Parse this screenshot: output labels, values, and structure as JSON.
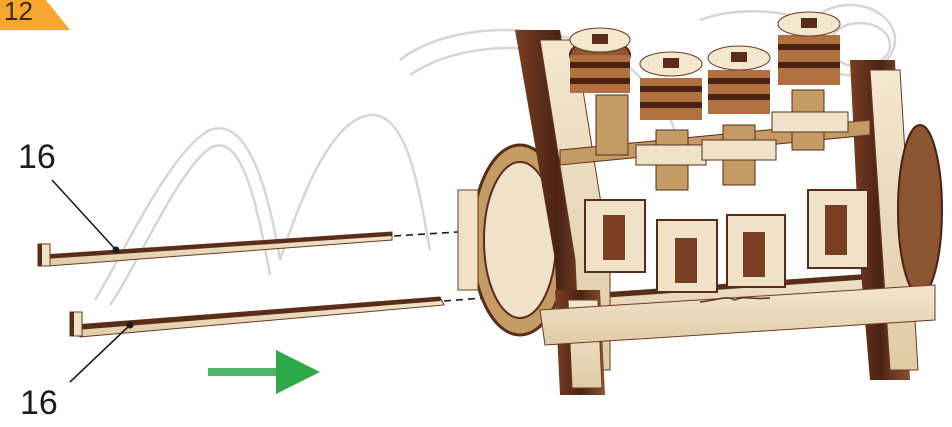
{
  "step": {
    "number": "12"
  },
  "callouts": [
    {
      "label": "16"
    },
    {
      "label": "16"
    }
  ],
  "colors": {
    "badge": "#f7a630",
    "wood_light": "#efe2c9",
    "wood_mid": "#c49a65",
    "wood_dark": "#5a2d1a",
    "arrow": "#2fa84a",
    "watermark": "#d9d9d9"
  },
  "icons": {
    "direction": "right-arrow-icon",
    "watermark": "logo-watermark-icon"
  }
}
